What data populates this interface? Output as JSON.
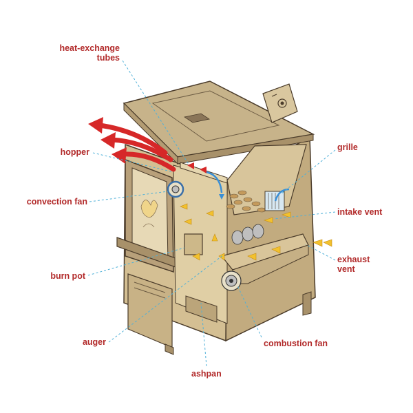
{
  "colors": {
    "label": "#b22a2a",
    "leader": "#4fb0d8",
    "stove_body": "#c9b48a",
    "stove_dark": "#a8916a",
    "stove_light": "#e3d3ad",
    "outline": "#4a3b2a",
    "hot_air": "#d62828",
    "air_flow": "#f2c12e",
    "fresh_air": "#3a8fd6"
  },
  "labels": {
    "heat_exchange_tubes": "heat-exchange\ntubes",
    "hopper": "hopper",
    "convection_fan": "convection fan",
    "burn_pot": "burn pot",
    "auger": "auger",
    "ashpan": "ashpan",
    "combustion_fan": "combustion fan",
    "exhaust_vent": "exhaust\nvent",
    "intake_vent": "intake vent",
    "grille": "grille"
  },
  "icons": {
    "hot_air_arrows": "red-curved-arrow",
    "flow_arrows": "yellow-arrow",
    "fresh_air_arrows": "blue-arrow"
  }
}
